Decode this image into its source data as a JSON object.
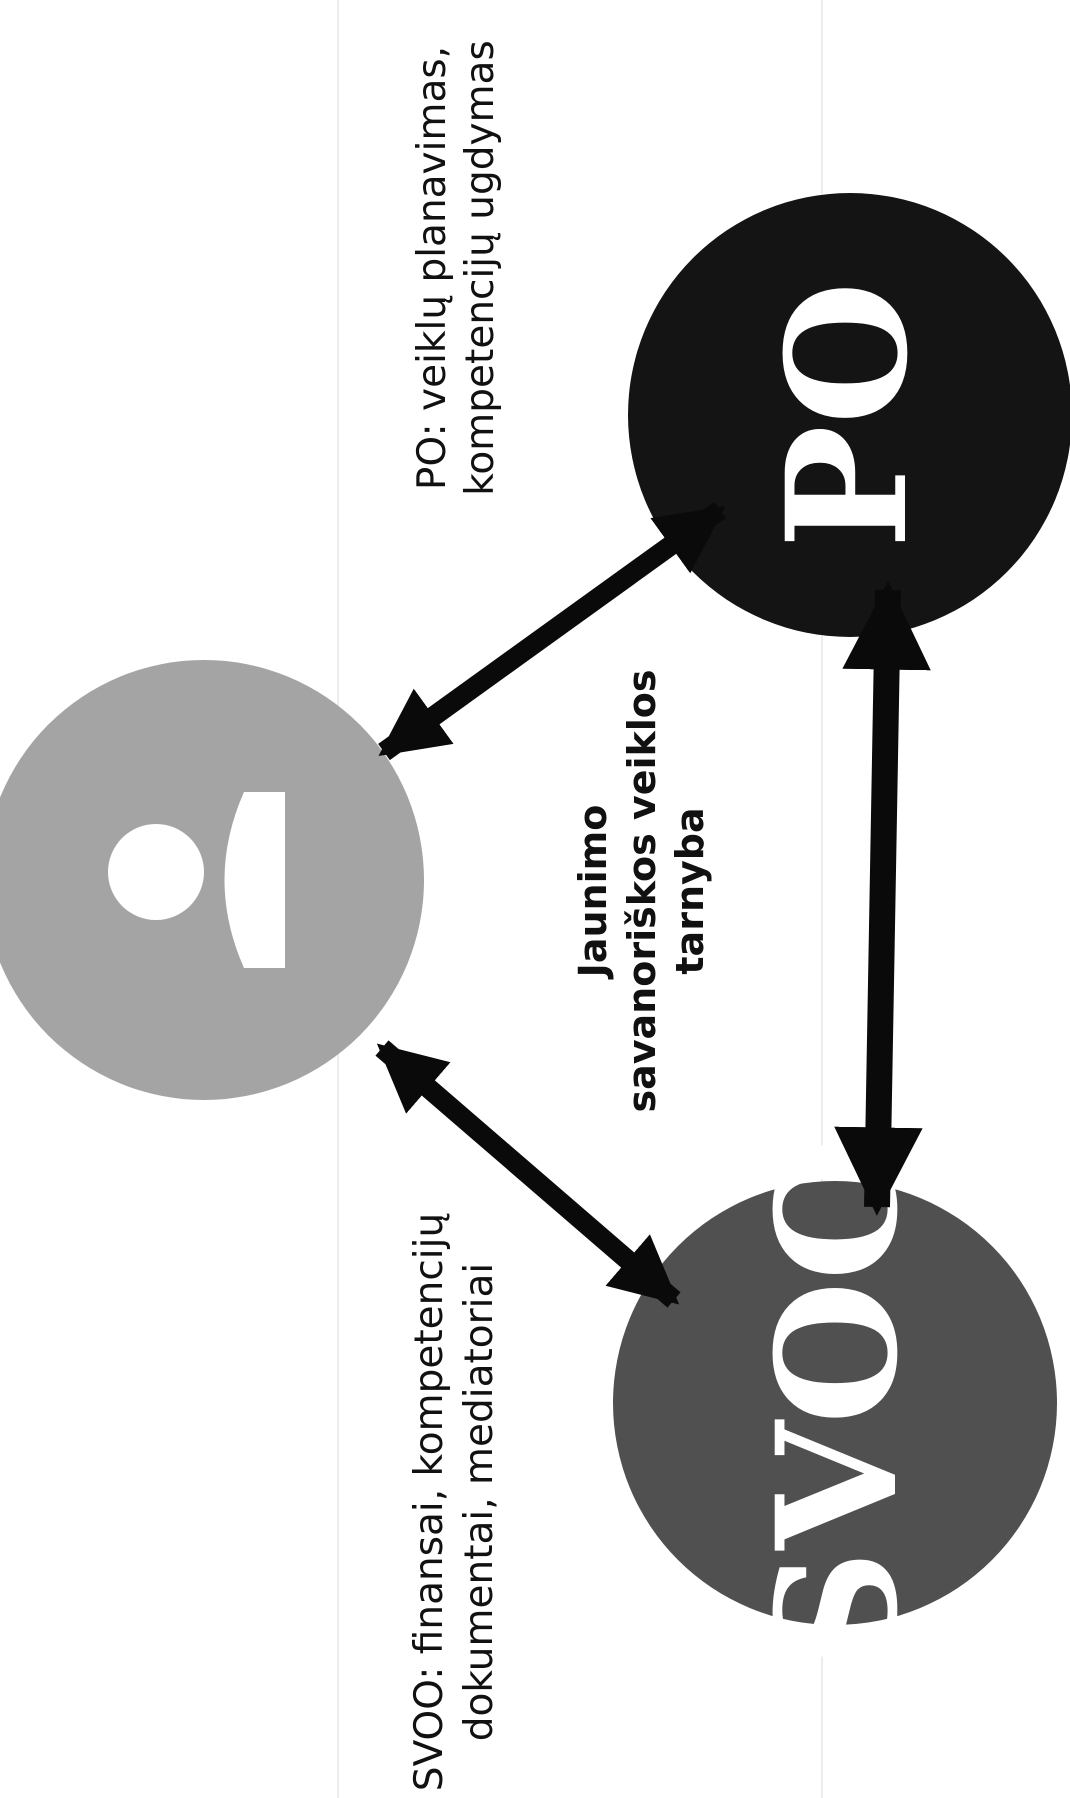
{
  "diagram": {
    "nodes": {
      "person": {
        "icon": "person-icon",
        "color": "#a4a4a4"
      },
      "po": {
        "letters": "PO",
        "color": "#141414"
      },
      "svoo": {
        "letters": "SVOO",
        "color": "#505050"
      }
    },
    "labels": {
      "po_line1": "PO: veiklų planavimas,",
      "po_line2": "kompetencijų ugdymas",
      "svoo_line1": "SVOO: finansai, kompetencijų",
      "svoo_line2": "dokumentai, mediatoriai",
      "center_line1": "Jaunimo",
      "center_line2": "savanoriškos veiklos",
      "center_line3": "tarnyba"
    },
    "connections": [
      {
        "from": "person",
        "to": "po",
        "style": "double-arrow"
      },
      {
        "from": "person",
        "to": "svoo",
        "style": "double-arrow"
      },
      {
        "from": "po",
        "to": "svoo",
        "style": "double-arrow"
      }
    ]
  }
}
